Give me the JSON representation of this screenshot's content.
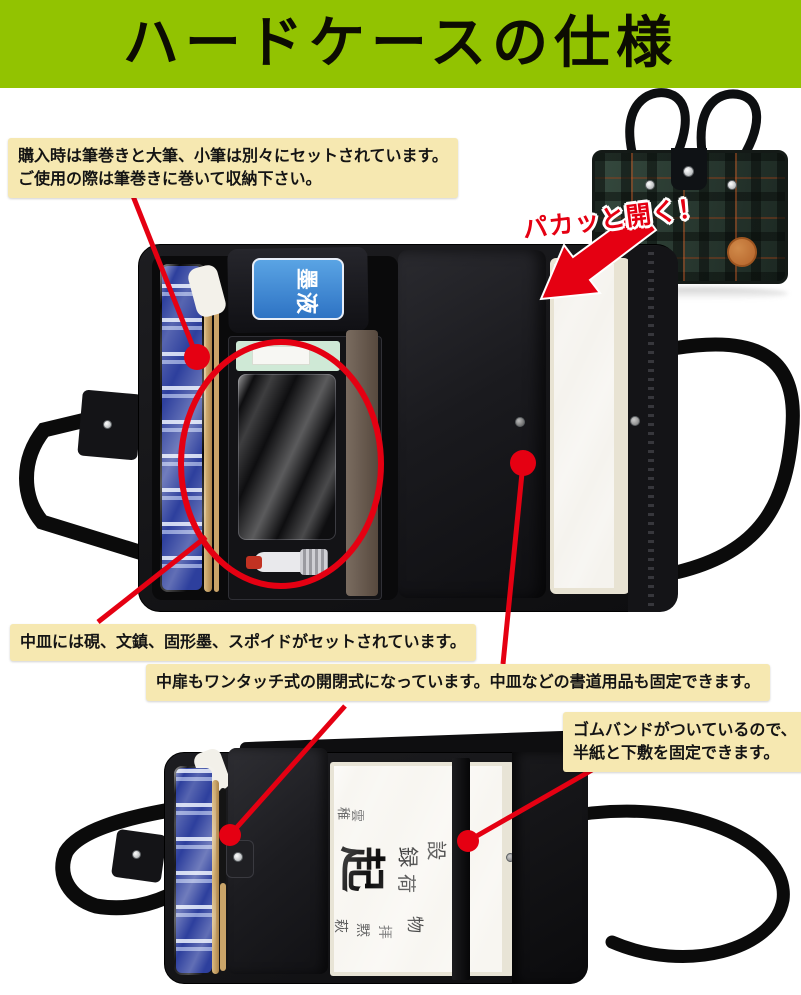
{
  "header": {
    "title": "ハードケースの仕様",
    "bg_color": "#92c301"
  },
  "callouts": {
    "brush_note": {
      "line1": "購入時は筆巻きと大筆、小筆は別々にセットされています。",
      "line2": "ご使用の際は筆巻きに巻いて収納下さい。"
    },
    "tray_note": {
      "text": "中皿には硯、文鎮、固形墨、スポイドがセットされています。"
    },
    "door_note": {
      "text": "中扉もワンタッチ式の開閉式になっています。中皿などの書道用品も固定できます。"
    },
    "band_note": {
      "line1": "ゴムバンドがついているので、",
      "line2": "半紙と下敷を固定できます。"
    }
  },
  "annotations": {
    "open_label": "パカッと開く！",
    "accent_red": "#e50012",
    "callout_bg": "#f6e8b1"
  },
  "photos": {
    "ink_bottle_label": "墨液",
    "paper_glyphs": [
      "稚",
      "雲",
      "起",
      "録",
      "荷",
      "設",
      "萩",
      "黙",
      "拝",
      "物"
    ]
  }
}
